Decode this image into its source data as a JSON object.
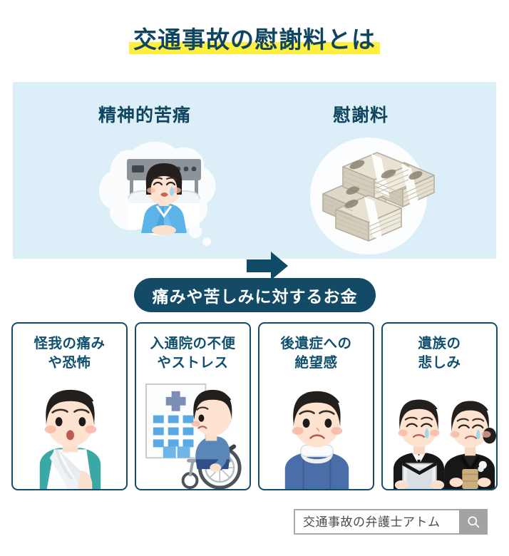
{
  "title": {
    "text": "交通事故の慰謝料とは",
    "highlight_color": "#ffef3f",
    "text_color": "#10455f"
  },
  "panel": {
    "background_color": "#dceef7",
    "left_label": "精神的苦痛",
    "right_label": "慰謝料",
    "arrow_icon": "arrow-right-icon",
    "arrow_color": "#0f4a66",
    "left_illustration": "crying-woman-in-hospital-bed-thought-cloud",
    "right_illustration": "stacks-of-banknotes"
  },
  "badge": {
    "text": "痛みや苦しみに対するお金",
    "background_color": "#134a66",
    "text_color": "#ffffff"
  },
  "cards": [
    {
      "title": "怪我の痛み\nや恐怖",
      "illustration": "injured-man-with-arm-sling"
    },
    {
      "title": "入通院の不便\nやストレス",
      "illustration": "man-in-wheelchair-at-hospital"
    },
    {
      "title": "後遺症への\n絶望感",
      "illustration": "man-with-neck-brace-sad"
    },
    {
      "title": "遺族の\n悲しみ",
      "illustration": "grieving-family-in-mourning-clothes"
    }
  ],
  "search": {
    "value": "交通事故の弁護士アトム",
    "button_icon": "search-icon",
    "button_color": "#a3a3a3"
  }
}
